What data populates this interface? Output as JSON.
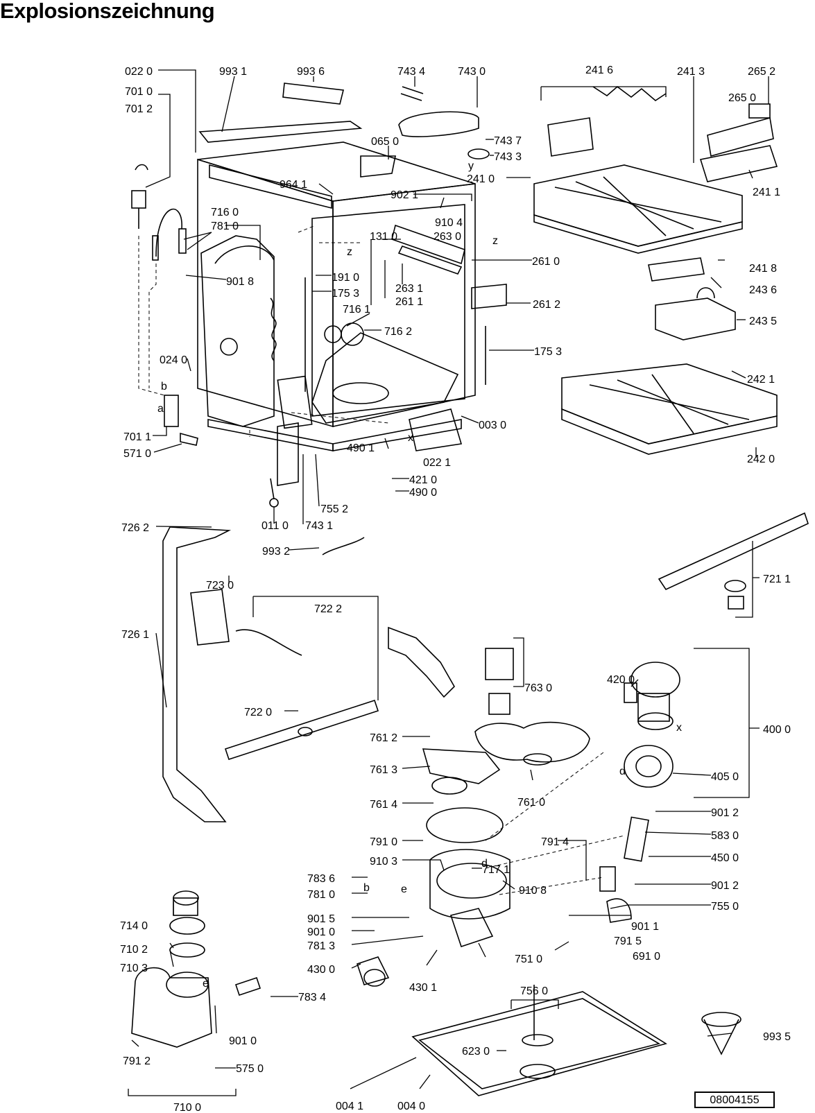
{
  "title": "Explosionszeichnung",
  "document_number": "08004155",
  "parts": {
    "p0220": "022 0",
    "p9931": "993 1",
    "p9936": "993 6",
    "p7434": "743 4",
    "p7430": "743 0",
    "p2416": "241 6",
    "p2413": "241 3",
    "p2652": "265 2",
    "p2650": "265 0",
    "p7010": "701 0",
    "p7012": "701 2",
    "p0650": "065 0",
    "p7437": "743 7",
    "p7433": "743 3",
    "p2410": "241 0",
    "p2411": "241 1",
    "p9641": "964 1",
    "p9021": "902 1",
    "p9104": "910 4",
    "p7160": "716 0",
    "p7810a": "781 0",
    "p1310": "131 0",
    "p2630": "263 0",
    "p2610": "261 0",
    "p2418": "241 8",
    "p9018": "901 8",
    "p1910": "191 0",
    "p1753a": "175 3",
    "p2631": "263 1",
    "p2611": "261 1",
    "p2436": "243 6",
    "p2612": "261 2",
    "p7161": "716 1",
    "p7162": "716 2",
    "p2435": "243 5",
    "p0240": "024 0",
    "p1753b": "175 3",
    "p2421": "242 1",
    "p7011": "701 1",
    "p0030": "003 0",
    "p5710": "571 0",
    "p4901": "490 1",
    "p0221": "022 1",
    "p2420": "242 0",
    "p4210": "421 0",
    "p4900": "490 0",
    "p7552": "755 2",
    "p0110": "011 0",
    "p7431": "743 1",
    "p7262": "726 2",
    "p9932": "993 2",
    "p7211": "721 1",
    "p7230": "723 0",
    "p7222": "722 2",
    "p7261": "726 1",
    "p7630": "763 0",
    "p4200": "420 0",
    "p7220": "722 0",
    "p4000": "400 0",
    "p7612": "761 2",
    "p7613": "761 3",
    "p4050": "405 0",
    "p7614": "761 4",
    "p7610": "761 0",
    "p9012a": "901 2",
    "p7910": "791 0",
    "p7914": "791 4",
    "p5830": "583 0",
    "p9103": "910 3",
    "p4500": "450 0",
    "p7171": "717 1",
    "p7836": "783 6",
    "p9108": "910 8",
    "p9012b": "901 2",
    "p7810b": "781 0",
    "p7550": "755 0",
    "p9015": "901 5",
    "p7140": "714 0",
    "p9010a": "901 0",
    "p9011": "901 1",
    "p7813": "781 3",
    "p7915": "791 5",
    "p7102": "710 2",
    "p7510": "751 0",
    "p6910": "691 0",
    "p7103": "710 3",
    "p4300": "430 0",
    "p4301": "430 1",
    "p7560": "756 0",
    "p7834": "783 4",
    "p9010b": "901 0",
    "p9935": "993 5",
    "p7912": "791 2",
    "p6230": "623 0",
    "p5750": "575 0",
    "p7100": "710 0",
    "p0041": "004 1",
    "p0040": "004 0"
  },
  "letters": {
    "z1": "z",
    "z2": "z",
    "y": "y",
    "a": "a",
    "b1": "b",
    "b2": "b",
    "x1": "x",
    "x2": "x",
    "d1": "d",
    "d2": "d",
    "e1": "e",
    "e2": "e"
  }
}
